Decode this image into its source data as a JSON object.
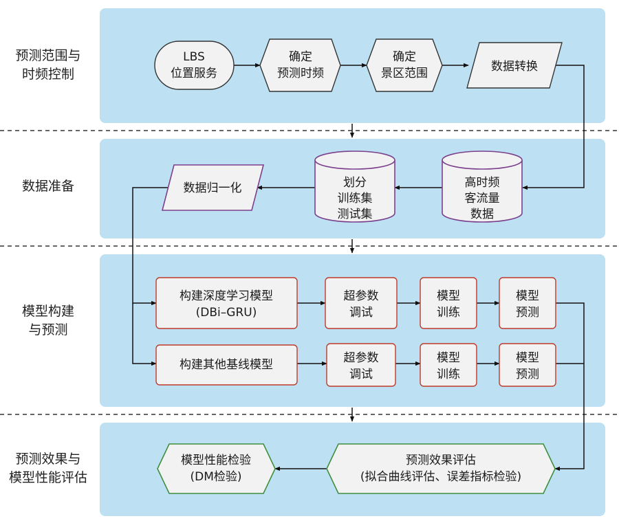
{
  "sections": [
    {
      "id": "range",
      "label": "预测范围与\n时频控制"
    },
    {
      "id": "prep",
      "label": "数据准备"
    },
    {
      "id": "model",
      "label": "模型构建\n与预测"
    },
    {
      "id": "eval",
      "label": "预测效果与\n模型性能评估"
    }
  ],
  "nodes": {
    "lbs": [
      "LBS",
      "位置服务"
    ],
    "freq": [
      "确定",
      "预测时频"
    ],
    "area": [
      "确定",
      "景区范围"
    ],
    "convert": [
      "数据转换"
    ],
    "hfdata": [
      "高时频",
      "客流量",
      "数据"
    ],
    "split": [
      "划分",
      "训练集",
      "测试集"
    ],
    "normalize": [
      "数据归一化"
    ],
    "dl_model": [
      "构建深度学习模型",
      "(DBi–GRU)"
    ],
    "hp1": [
      "超参数",
      "调试"
    ],
    "train1": [
      "模型",
      "训练"
    ],
    "pred1": [
      "模型",
      "预测"
    ],
    "base_model": [
      "构建其他基线模型"
    ],
    "hp2": [
      "超参数",
      "调试"
    ],
    "train2": [
      "模型",
      "训练"
    ],
    "pred2": [
      "模型",
      "预测"
    ],
    "effect": [
      "预测效果评估",
      "(拟合曲线评估、误差指标检验)"
    ],
    "dm": [
      "模型性能检验",
      "(DM检验)"
    ]
  },
  "colors": {
    "band": "#bde1f3",
    "node_fill": "#f2f2f2",
    "red_border": "#c0392b",
    "green_border": "#3e8e3e",
    "purple_border": "#7b3f8c",
    "dark_border": "#333333",
    "line": "#111111"
  }
}
